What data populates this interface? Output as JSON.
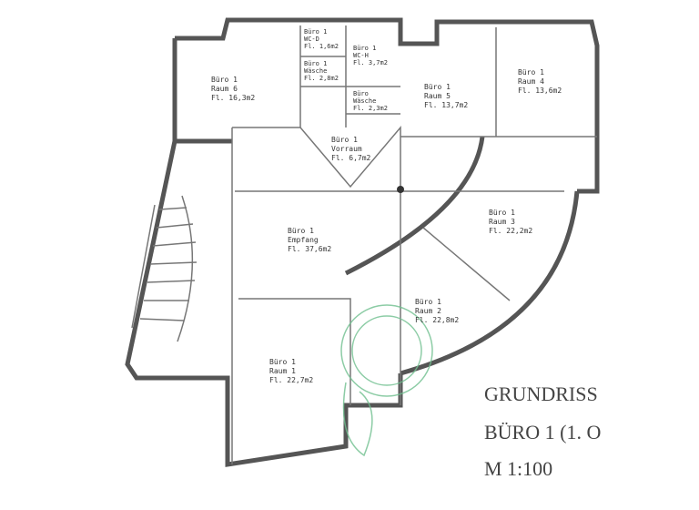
{
  "rooms": [
    {
      "name": "Büro 1",
      "room": "Raum 6",
      "area": "Fl. 16,3m2"
    },
    {
      "name": "Büro 1",
      "room": "WC-D",
      "area": "Fl. 1,6m2"
    },
    {
      "name": "Büro 1",
      "room": "Wäsche",
      "area": "Fl. 2,8m2"
    },
    {
      "name": "Büro 1",
      "room": "WC-H",
      "area": "Fl. 3,7m2"
    },
    {
      "name": "Büro",
      "room": "Wäsche",
      "area": "Fl. 2,3m2"
    },
    {
      "name": "Büro 1",
      "room": "Raum 5",
      "area": "Fl. 13,7m2"
    },
    {
      "name": "Büro 1",
      "room": "Raum 4",
      "area": "Fl. 13,6m2"
    },
    {
      "name": "Büro 1",
      "room": "Vorraum",
      "area": "Fl. 6,7m2"
    },
    {
      "name": "Büro 1",
      "room": "Empfang",
      "area": "Fl. 37,6m2"
    },
    {
      "name": "Büro 1",
      "room": "Raum 3",
      "area": "Fl. 22,2m2"
    },
    {
      "name": "Büro 1",
      "room": "Raum 2",
      "area": "Fl. 22,8m2"
    },
    {
      "name": "Büro 1",
      "room": "Raum 1",
      "area": "Fl. 22,7m2"
    }
  ],
  "title": {
    "line1": "GRUNDRISS",
    "line2": "BÜRO 1 (1. O",
    "line3": "M 1:100"
  },
  "colors": {
    "wall": "#555555",
    "stamp": "#6fbf8f"
  }
}
